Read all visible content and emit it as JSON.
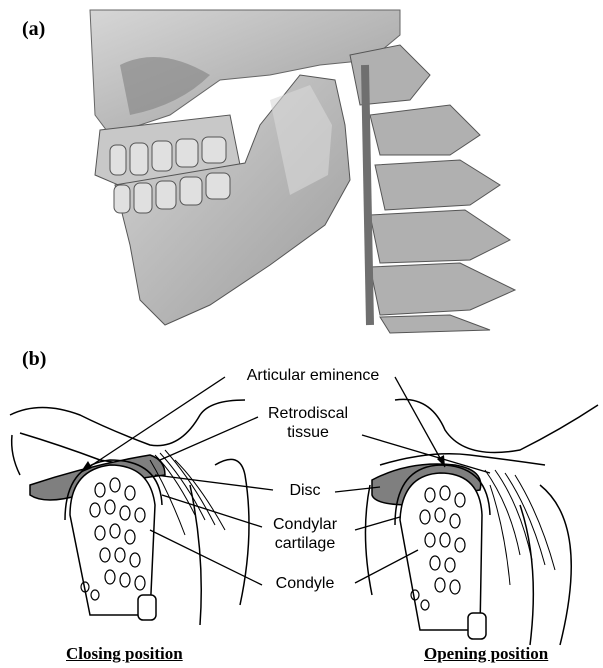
{
  "panels": {
    "a": {
      "label": "(a)"
    },
    "b": {
      "label": "(b)"
    }
  },
  "callouts": {
    "articular_eminence": "Articular eminence",
    "retrodiscal_line1": "Retrodiscal",
    "retrodiscal_line2": "tissue",
    "disc": "Disc",
    "condylar_line1": "Condylar",
    "condylar_line2": "cartilage",
    "condyle": "Condyle"
  },
  "captions": {
    "closing": "Closing position",
    "opening": "Opening position"
  },
  "colors": {
    "bone": "#bdbdbd",
    "bone_shadow": "#7a7a7a",
    "disc": "#7f7f7f",
    "line": "#000000"
  }
}
